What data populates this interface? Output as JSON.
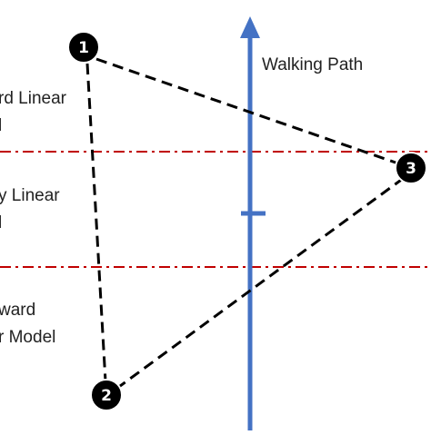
{
  "diagram": {
    "path_label": "Walking Path",
    "region_labels": {
      "top_line1": "rd Linear",
      "top_line2": "l",
      "middle_line1": "y Linear",
      "middle_line2": "l",
      "bottom_line1": "ward",
      "bottom_line2": "r Model"
    },
    "nodes": [
      {
        "id": "1",
        "label": "1"
      },
      {
        "id": "2",
        "label": "2"
      },
      {
        "id": "3",
        "label": "3"
      }
    ],
    "colors": {
      "walking_path": "#4472c4",
      "boundary_lines": "#c00000",
      "triangle_edges": "#000000",
      "node_fill": "#000000",
      "node_text": "#ffffff"
    }
  }
}
